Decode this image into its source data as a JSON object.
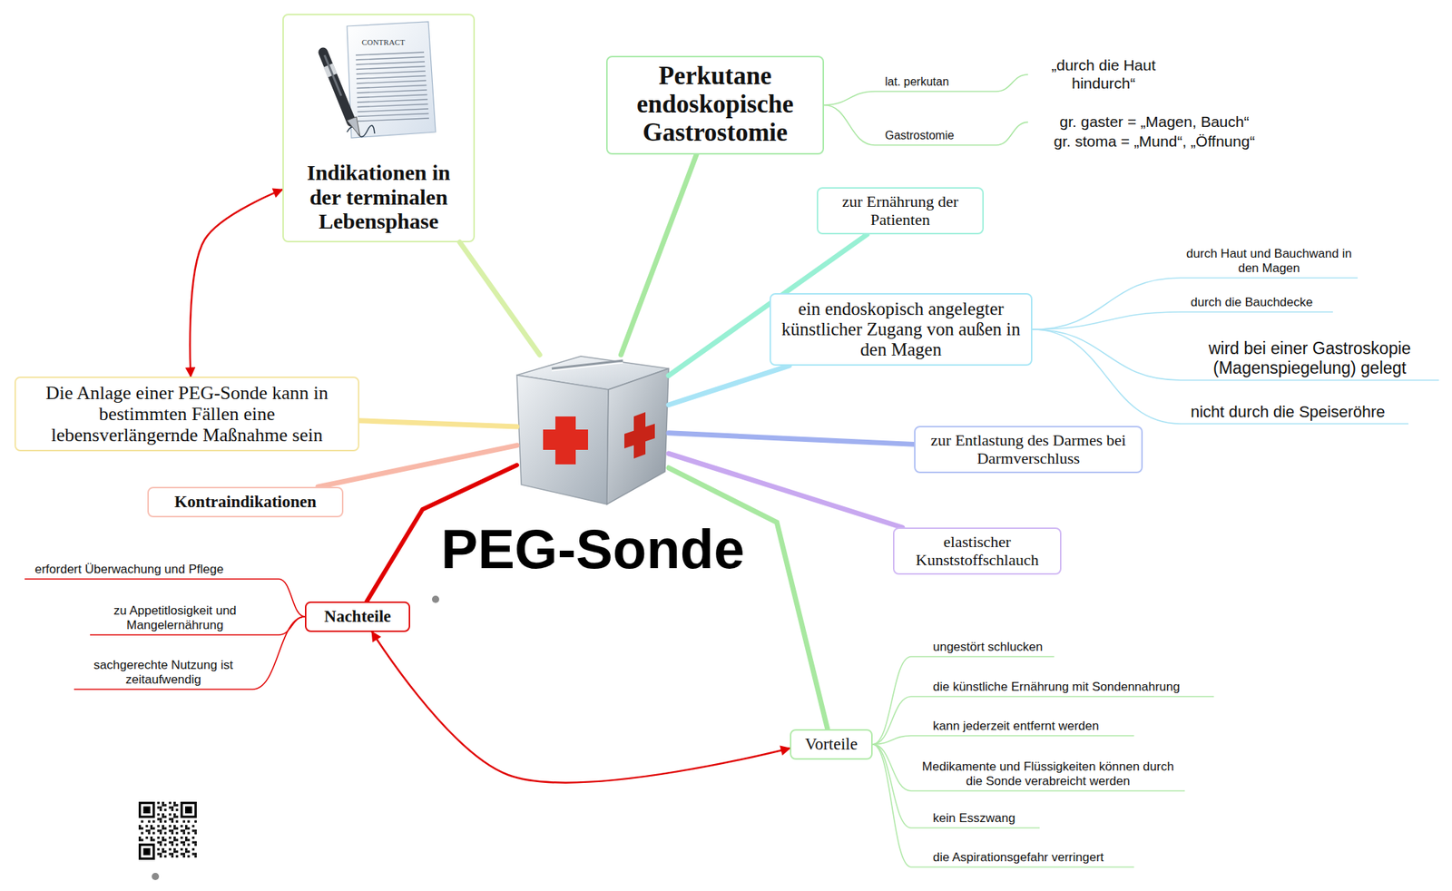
{
  "diagram": {
    "nodes": [
      {
        "text": [
          "PEG-Sonde"
        ]
      },
      {
        "text": [
          "Indikationen in der terminalen Lebensphase"
        ]
      },
      {
        "text": [
          "Perkutane endoskopische Gastrostomie"
        ]
      },
      {
        "text": [
          "zur Ernährung der Patienten"
        ]
      },
      {
        "text": [
          "ein endoskopisch angelegter künstlicher Zugang von außen in den Magen"
        ]
      },
      {
        "text": [
          "zur Entlastung des Darmes bei Darmverschluss"
        ]
      },
      {
        "text": [
          "elastischer Kunststoffschlauch"
        ]
      },
      {
        "text": [
          "Vorteile"
        ]
      },
      {
        "text": [
          "Nachteile"
        ]
      },
      {
        "text": [
          "Kontraindikationen"
        ]
      },
      {
        "text": [
          "Die Anlage einer PEG-Sonde kann in bestimmten Fällen eine lebensverlängernde Maßnahme sein"
        ]
      }
    ],
    "edges": [
      {
        "from": 0,
        "to": 1,
        "arrow": "none"
      },
      {
        "from": 0,
        "to": 2,
        "arrow": "none"
      },
      {
        "from": 0,
        "to": 3,
        "arrow": "none"
      },
      {
        "from": 0,
        "to": 4,
        "arrow": "none"
      },
      {
        "from": 0,
        "to": 5,
        "arrow": "none"
      },
      {
        "from": 0,
        "to": 6,
        "arrow": "none"
      },
      {
        "from": 0,
        "to": 7,
        "arrow": "none"
      },
      {
        "from": 0,
        "to": 8,
        "arrow": "none"
      },
      {
        "from": 0,
        "to": 9,
        "arrow": "none"
      },
      {
        "from": 0,
        "to": 10,
        "arrow": "none"
      },
      {
        "from": 1,
        "to": 10,
        "arrow": "both"
      },
      {
        "from": 8,
        "to": 7,
        "arrow": "both"
      }
    ],
    "labels": [
      "CONTRACT",
      "lat. perkutan",
      "„durch die Haut hindurch“",
      "Gastrostomie",
      "gr. gaster = „Magen, Bauch“",
      "gr. stoma = „Mund“, „Öffnung“",
      "durch Haut und Bauchwand in den Magen",
      "durch die Bauchdecke",
      "wird bei einer Gastroskopie (Magenspiegelung) gelegt",
      "nicht durch die Speiseröhre",
      "ungestört schlucken",
      "die künstliche Ernährung mit Sondennahrung",
      "kann jederzeit entfernt werden",
      "Medikamente und Flüssigkeiten können durch die Sonde verabreicht werden",
      "kein Esszwang",
      "die Aspirationsgefahr verringert",
      "erfordert Überwachung und Pflege",
      "zu Appetitlosigkeit und Mangelernährung",
      "sachgerechte Nutzung ist zeitaufwendig"
    ]
  }
}
